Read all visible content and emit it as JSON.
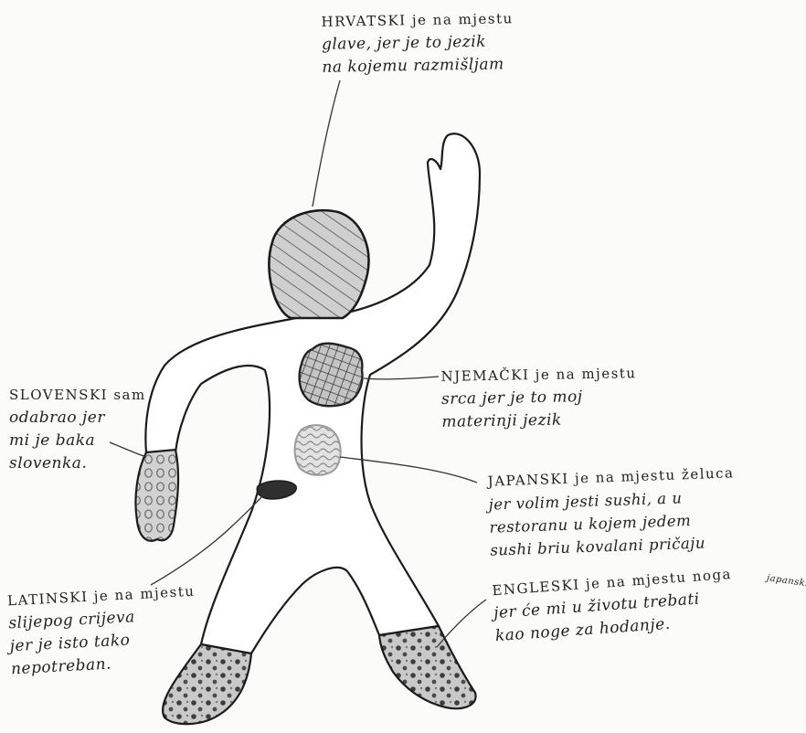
{
  "notes": {
    "head": {
      "lines": [
        "HRVATSKI je na mjestu",
        "glave, jer je to jezik",
        "na kojemu razmišljam"
      ]
    },
    "heart": {
      "lines": [
        "NJEMAČKI je na mjestu",
        "srca jer je to moj",
        "materinji jezik"
      ]
    },
    "stomach": {
      "lines": [
        "JAPANSKI je na mjestu želuca",
        "jer volim jesti sushi, a u",
        "restoranu u kojem jedem",
        "sushi briu kovalani pričaju"
      ],
      "tail": "japanski"
    },
    "leg": {
      "lines": [
        "ENGLESKI je na mjestu noga",
        "jer će mi u životu trebati",
        "kao noge za hodanje."
      ]
    },
    "arm": {
      "lines": [
        "SLOVENSKI sam",
        "odabrao jer",
        "mi je baka",
        "slovenka."
      ]
    },
    "blind": {
      "lines": [
        "LATINSKI je na mjestu",
        "slijepog crijeva",
        "jer je isto tako",
        "nepotreban."
      ]
    }
  }
}
